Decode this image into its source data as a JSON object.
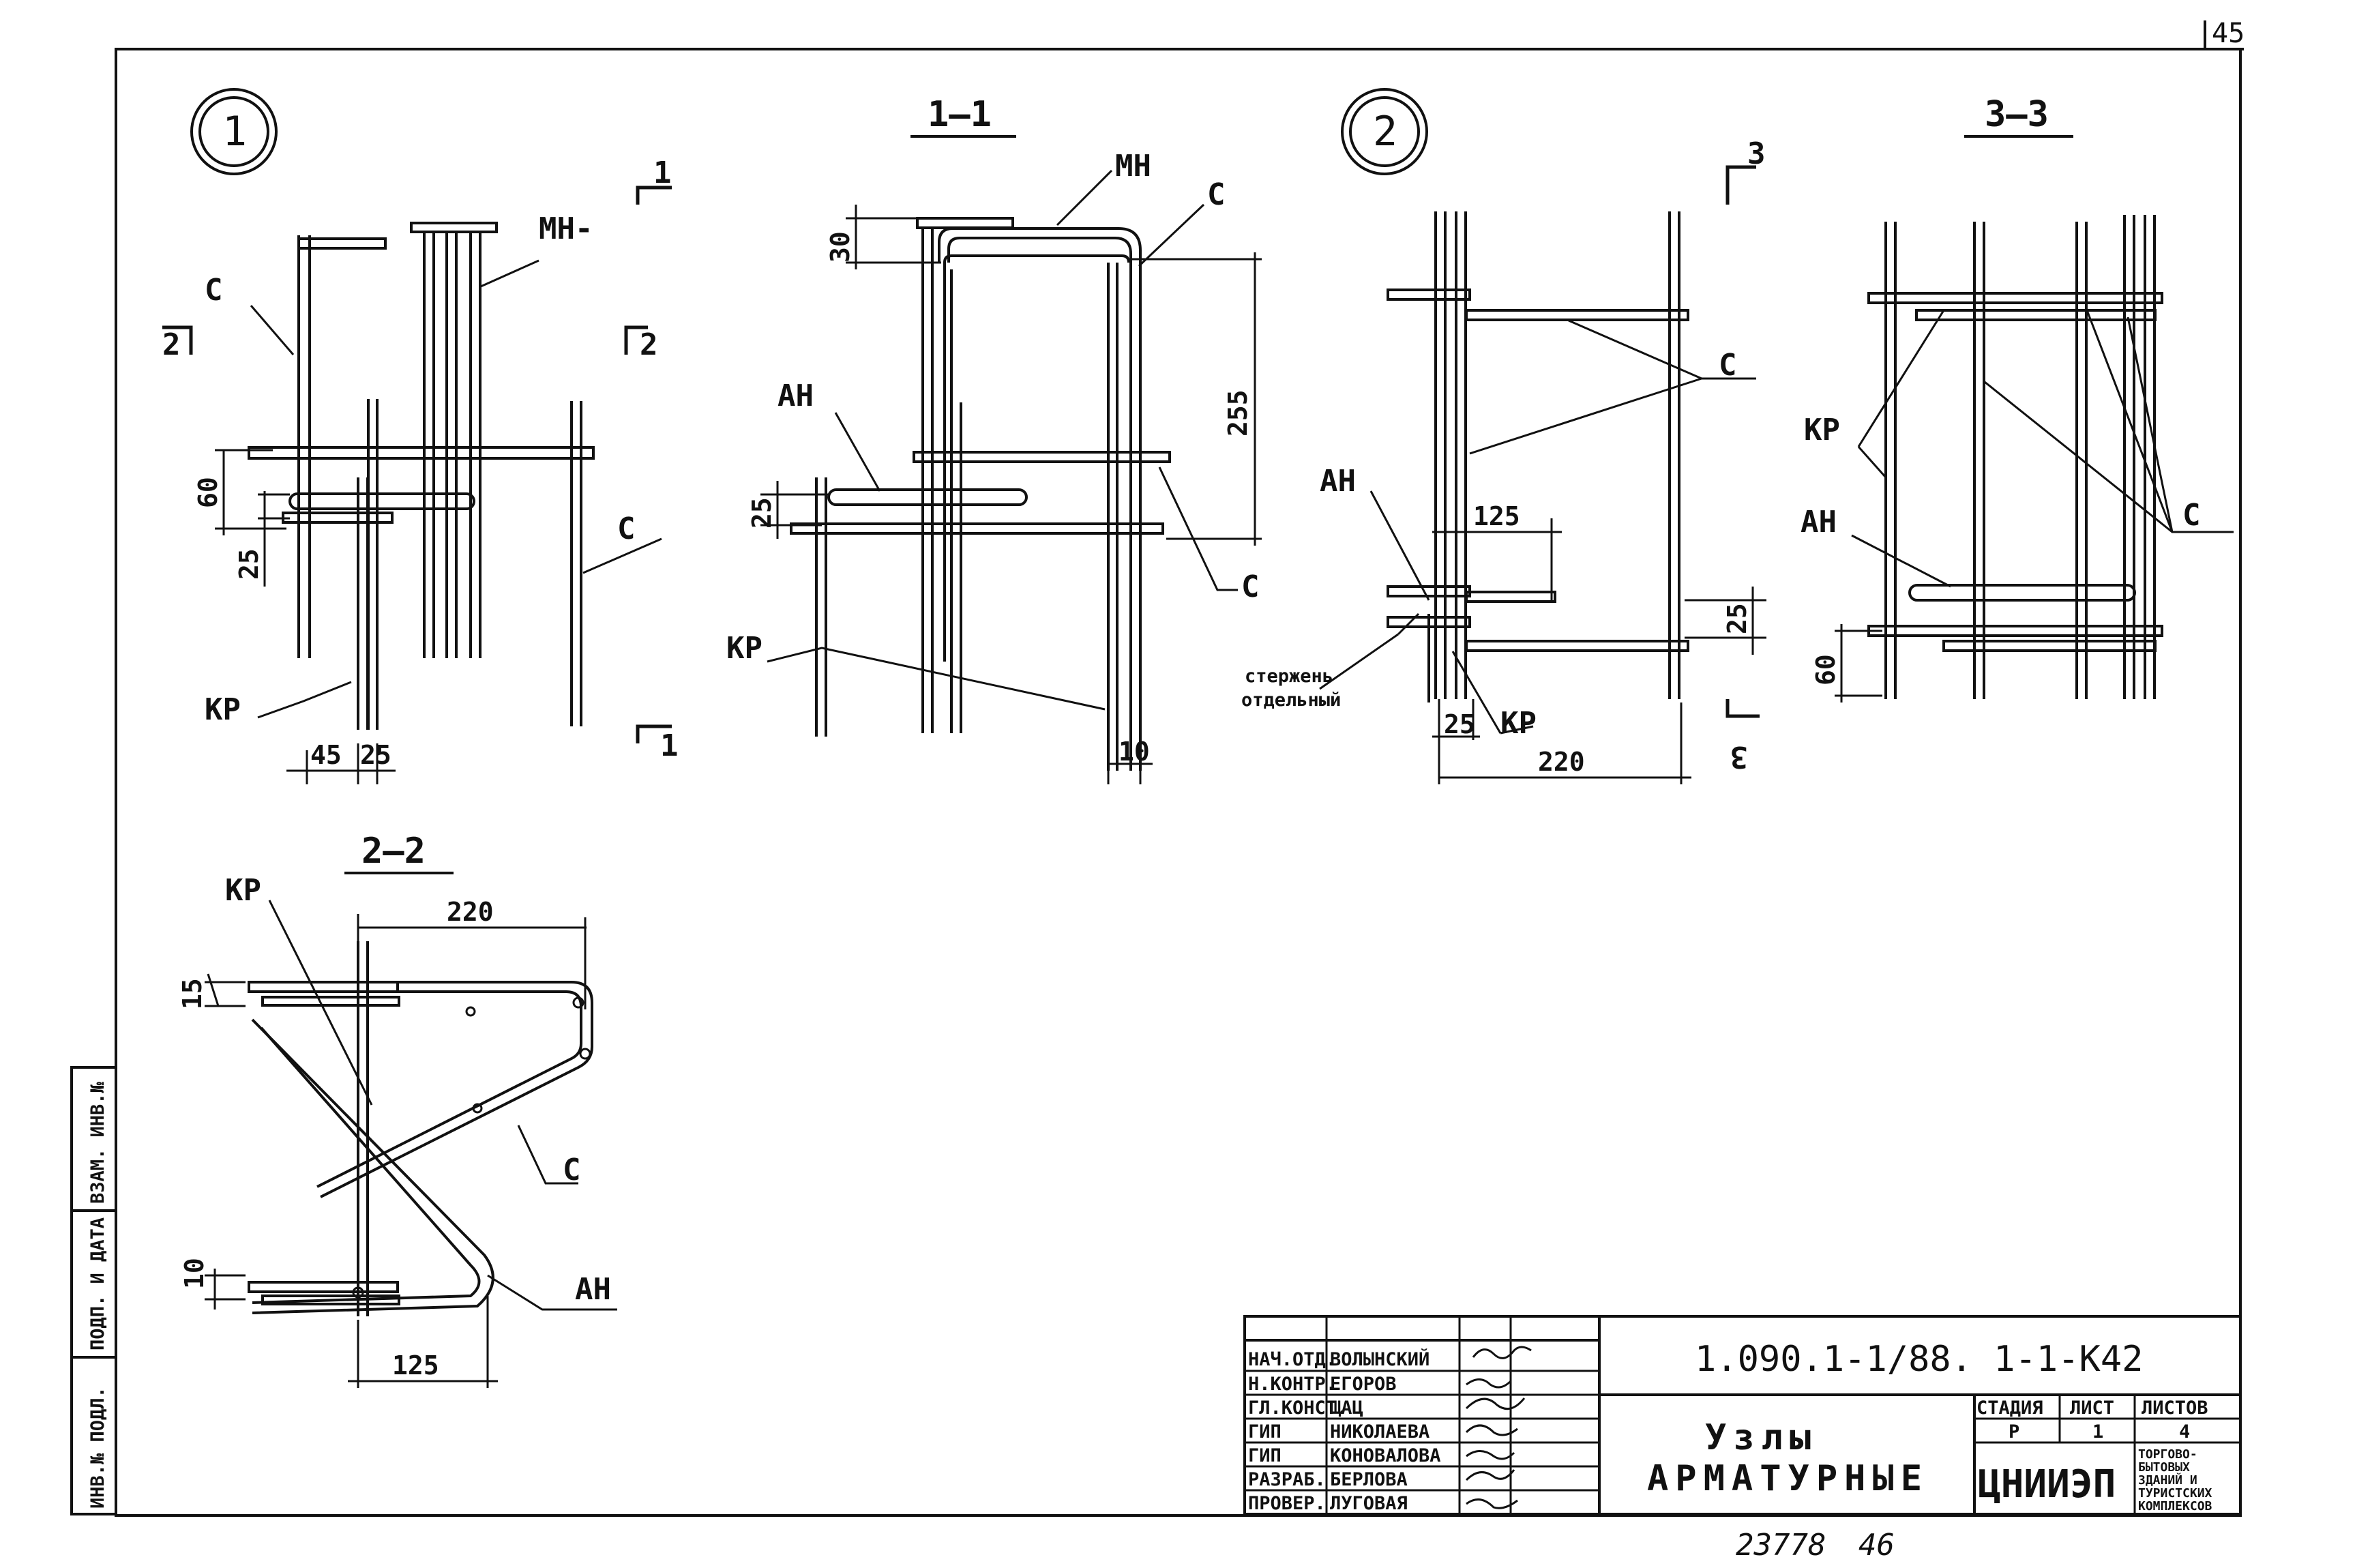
{
  "sheet": {
    "page_number": "45",
    "archive_number": "23778",
    "archive_suffix": "46"
  },
  "side_stamp": {
    "inventory_label": "ИНВ.№ ПОДЛ.",
    "signature_label": "ПОДП. И ДАТА",
    "replace_label": "ВЗАМ. ИНВ.№"
  },
  "node1": {
    "circle_label": "1",
    "labels": {
      "mn": "МН-",
      "s_top": "С",
      "s_right": "С",
      "kr": "КР"
    },
    "cut_marks": {
      "a": "1",
      "b": "1",
      "c": "2",
      "d": "2"
    },
    "dims": {
      "d60": "60",
      "d25": "25",
      "d45": "45",
      "d25b": "25"
    }
  },
  "section_1_1": {
    "title": "1–1",
    "labels": {
      "mn": "МН",
      "s_top": "С",
      "an": "АН",
      "s_mid": "С",
      "kr": "КР"
    },
    "dims": {
      "d30": "30",
      "d255": "255",
      "d25": "25",
      "d10": "10"
    }
  },
  "node2": {
    "circle_label": "2",
    "labels": {
      "s": "С",
      "an": "АН",
      "kr": "КР",
      "rod_line1": "стержень",
      "rod_line2": "отдельный"
    },
    "cut_marks": {
      "top": "3",
      "bottom": "3"
    },
    "dims": {
      "d125": "125",
      "d25": "25",
      "d25b": "25",
      "d220": "220"
    }
  },
  "section_3_3": {
    "title": "3–3",
    "labels": {
      "kr": "КР",
      "an": "АН",
      "s": "С"
    },
    "dims": {
      "d60": "60"
    }
  },
  "section_2_2": {
    "title": "2–2",
    "labels": {
      "kr": "КР",
      "s": "С",
      "an": "АН"
    },
    "dims": {
      "d220": "220",
      "d15": "15",
      "d10": "10",
      "d125": "125"
    }
  },
  "title_block": {
    "rows": [
      {
        "role": "НАЧ.ОТД.",
        "name": "ВОЛЫНСКИЙ"
      },
      {
        "role": "Н.КОНТР.",
        "name": "ЕГОРОВ"
      },
      {
        "role": "ГЛ.КОНСТ.",
        "name": "ЩАЦ"
      },
      {
        "role": "ГИП",
        "name": "НИКОЛАЕВА"
      },
      {
        "role": "ГИП",
        "name": "КОНОВАЛОВА"
      },
      {
        "role": "РАЗРАБ.",
        "name": "БЕРЛОВА"
      },
      {
        "role": "ПРОВЕР.",
        "name": "ЛУГОВАЯ"
      }
    ],
    "document_code": "1.090.1-1/88. 1-1-К42",
    "title_line1": "Узлы",
    "title_line2": "АРМАТУРНЫЕ",
    "stage_header": "СТАДИЯ",
    "sheet_header": "ЛИСТ",
    "sheets_header": "ЛИСТОВ",
    "stage": "Р",
    "sheet": "1",
    "sheets": "4",
    "org_logo": "ЦНИИЭП",
    "org_name": [
      "ТОРГОВО-",
      "БЫТОВЫХ",
      "ЗДАНИЙ И",
      "ТУРИСТСКИХ",
      "КОМПЛЕКСОВ"
    ]
  }
}
